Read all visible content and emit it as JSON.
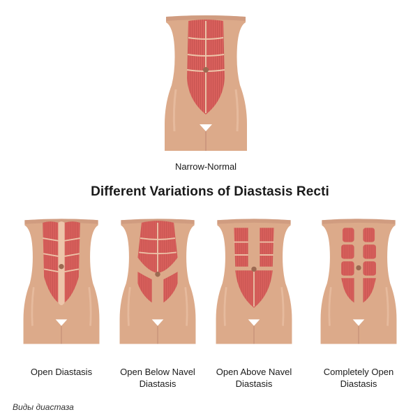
{
  "top": {
    "label": "Narrow-Normal"
  },
  "heading": "Different Variations of Diastasis Recti",
  "variations": [
    {
      "label_line1": "Open Diastasis",
      "label_line2": ""
    },
    {
      "label_line1": "Open Below Navel",
      "label_line2": "Diastasis"
    },
    {
      "label_line1": "Open Above Navel",
      "label_line2": "Diastasis"
    },
    {
      "label_line1": "Completely Open",
      "label_line2": "Diastasis"
    }
  ],
  "caption": "Виды диастаза",
  "colors": {
    "skin": "#dcaa8a",
    "skin_shadow": "#c8937a",
    "skin_light": "#edc5aa",
    "muscle": "#d9605c",
    "muscle_stripe": "#b84a48",
    "navel": "#9c6a52"
  }
}
